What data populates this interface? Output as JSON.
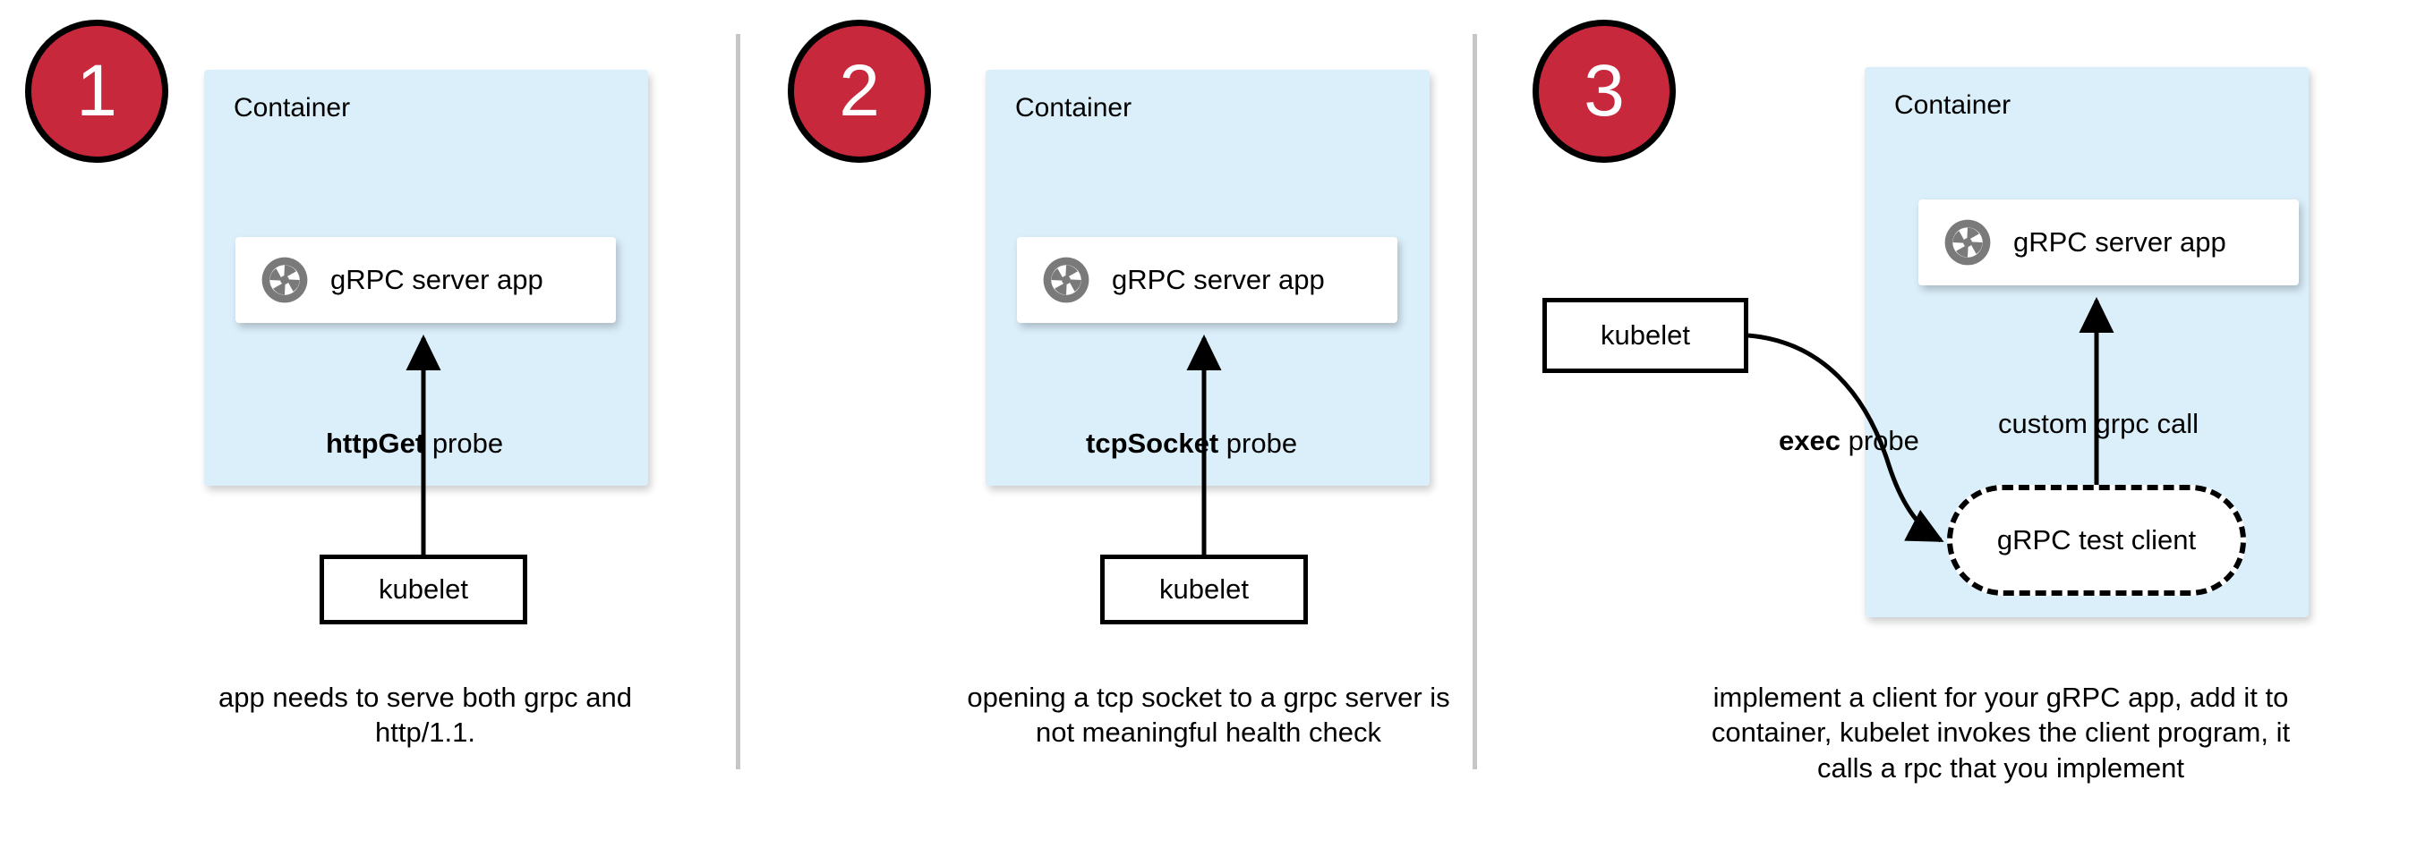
{
  "colors": {
    "badge_fill": "#c8283c",
    "badge_stroke": "#000000",
    "badge_text": "#ffffff",
    "container_fill": "#dbeffb",
    "card_fill": "#ffffff",
    "stroke": "#000000",
    "divider": "#c6c6c6",
    "icon_gray": "#7a7a7a"
  },
  "icons": {
    "grpc": "grpc-aperture-icon"
  },
  "panels": [
    {
      "id": "panel-1",
      "badge": "1",
      "container_label": "Container",
      "app_card_label": "gRPC server app",
      "probe_label_bold": "httpGet",
      "probe_label_rest": " probe",
      "kubelet_label": "kubelet",
      "caption": "app needs to serve both grpc and http/1.1."
    },
    {
      "id": "panel-2",
      "badge": "2",
      "container_label": "Container",
      "app_card_label": "gRPC server app",
      "probe_label_bold": "tcpSocket",
      "probe_label_rest": " probe",
      "kubelet_label": "kubelet",
      "caption": "opening a tcp socket to a grpc server is not meaningful health check"
    },
    {
      "id": "panel-3",
      "badge": "3",
      "container_label": "Container",
      "app_card_label": "gRPC server app",
      "probe_label_bold": "exec",
      "probe_label_rest": " probe",
      "call_label": "custom grpc call",
      "test_client_label": "gRPC test client",
      "kubelet_label": "kubelet",
      "caption": "implement a client for your gRPC app, add it to container, kubelet invokes the client program, it calls a rpc that you implement"
    }
  ]
}
